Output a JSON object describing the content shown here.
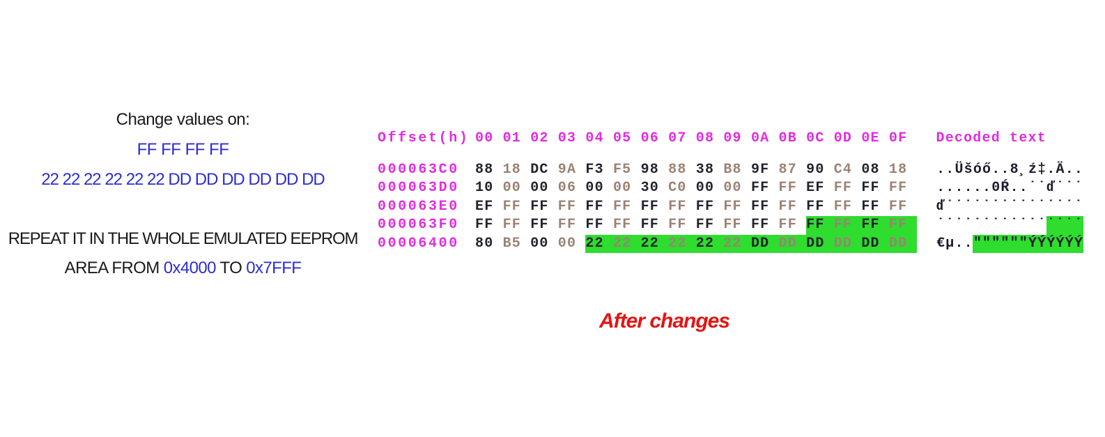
{
  "left_panel": {
    "title": "Change values on:",
    "value_line_1": "FF FF FF FF",
    "value_line_2": "22 22 22 22 22 22 DD DD DD DD DD DD",
    "instruction_line_1": "REPEAT IT IN THE WHOLE EMULATED EEPROM",
    "instruction_line_2": {
      "prefix": "AREA FROM ",
      "addr_start": "0x4000",
      "middle": " TO ",
      "addr_end": "0x7FFF"
    }
  },
  "hex_editor": {
    "header": {
      "offset_label": "Offset(h)",
      "columns": [
        "00",
        "01",
        "02",
        "03",
        "04",
        "05",
        "06",
        "07",
        "08",
        "09",
        "0A",
        "0B",
        "0C",
        "0D",
        "0E",
        "0F"
      ],
      "decoded_label": "Decoded text"
    },
    "rows": [
      {
        "offset": "000063C0",
        "bytes": [
          "88",
          "18",
          "DC",
          "9A",
          "F3",
          "F5",
          "98",
          "88",
          "38",
          "B8",
          "9F",
          "87",
          "90",
          "C4",
          "08",
          "18"
        ],
        "decoded": "..Üšóő..8¸ź‡.Ä..",
        "hl_from": null
      },
      {
        "offset": "000063D0",
        "bytes": [
          "10",
          "00",
          "00",
          "06",
          "00",
          "00",
          "30",
          "C0",
          "00",
          "00",
          "FF",
          "FF",
          "EF",
          "FF",
          "FF",
          "FF"
        ],
        "decoded": "......0Ŕ..˙˙ď˙˙˙",
        "hl_from": null
      },
      {
        "offset": "000063E0",
        "bytes": [
          "EF",
          "FF",
          "FF",
          "FF",
          "FF",
          "FF",
          "FF",
          "FF",
          "FF",
          "FF",
          "FF",
          "FF",
          "FF",
          "FF",
          "FF",
          "FF"
        ],
        "decoded": "ď˙˙˙˙˙˙˙˙˙˙˙˙˙˙˙",
        "hl_from": null
      },
      {
        "offset": "000063F0",
        "bytes": [
          "FF",
          "FF",
          "FF",
          "FF",
          "FF",
          "FF",
          "FF",
          "FF",
          "FF",
          "FF",
          "FF",
          "FF",
          "FF",
          "FF",
          "FF",
          "FF"
        ],
        "decoded": "˙˙˙˙˙˙˙˙˙˙˙˙˙˙˙˙",
        "hl_from": 12
      },
      {
        "offset": "00006400",
        "bytes": [
          "80",
          "B5",
          "00",
          "00",
          "22",
          "22",
          "22",
          "22",
          "22",
          "22",
          "DD",
          "DD",
          "DD",
          "DD",
          "DD",
          "DD"
        ],
        "decoded": "€µ..\"\"\"\"\"\"ÝÝÝÝÝÝ",
        "hl_from": 4
      }
    ]
  },
  "caption": "After changes",
  "colors": {
    "offset_magenta": "#e22ce2",
    "highlight_green": "#2edd2e",
    "accent_blue": "#2d2dd2",
    "caption_red": "#e41414",
    "byte_even": "#23232e",
    "byte_odd": "#9b8274"
  }
}
